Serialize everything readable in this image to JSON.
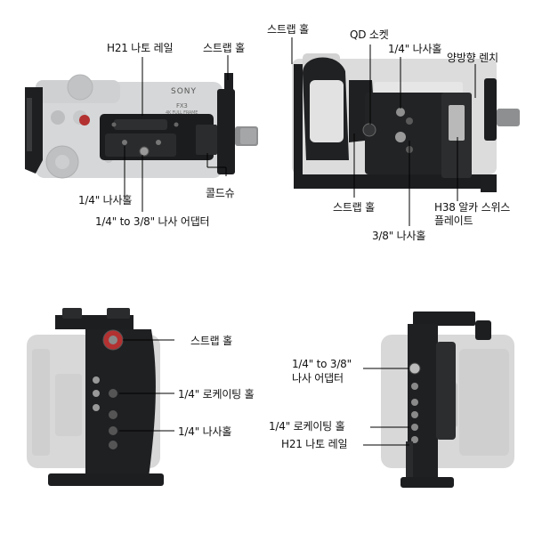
{
  "panel_top_left": {
    "labels": {
      "h21_rail": "H21 나토 레일",
      "strap_hole": "스트랩 홀",
      "quarter_thread": "1/4\" 나사홀",
      "adapter": "1/4\" to 3/8\" 나사 어댑터",
      "cold_shoe": "콜드슈"
    },
    "camera_brand": "SONY",
    "camera_model": "FX3",
    "camera_badge": "4K FULL FRAME"
  },
  "panel_top_right": {
    "labels": {
      "strap_hole": "스트랩 홀",
      "qd_socket": "QD 소켓",
      "quarter_thread": "1/4\" 나사홀",
      "wrench": "양방향 렌치",
      "strap_hole_bottom": "스트랩 홀",
      "arca_plate_1": "H38 알카 스위스",
      "arca_plate_2": "플레이트",
      "three_eighths": "3/8\" 나사홀"
    }
  },
  "panel_bottom_left": {
    "labels": {
      "strap_hole": "스트랩 홀",
      "locating_hole": "1/4\" 로케이팅 홀",
      "quarter_thread": "1/4\" 나사홀"
    }
  },
  "panel_bottom_right": {
    "labels": {
      "adapter_1": "1/4\" to 3/8\"",
      "adapter_2": "나사 어댑터",
      "locating_hole": "1/4\" 로케이팅 홀",
      "h21_rail": "H21 나토 레일"
    }
  }
}
